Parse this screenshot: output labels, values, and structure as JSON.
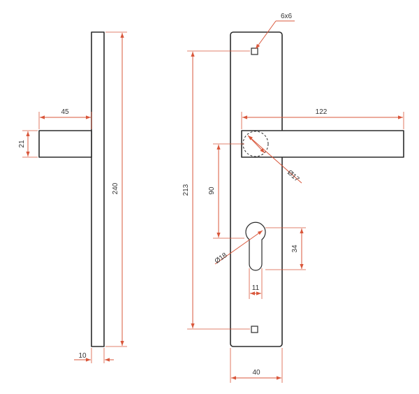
{
  "colors": {
    "outline": "#2b2b2b",
    "dimension": "#d9573b",
    "text": "#333333",
    "background": "#ffffff"
  },
  "dimensions": {
    "handle_projection": "45",
    "handle_thickness": "21",
    "plate_length": "240",
    "plate_thickness": "10",
    "screw_hole": "6x6",
    "lever_length": "122",
    "spindle_diameter": "Ø17",
    "screw_spacing": "213",
    "center_distance": "90",
    "cylinder_diameter": "Ø18",
    "cylinder_height": "34",
    "cylinder_width": "11",
    "plate_width": "40"
  }
}
